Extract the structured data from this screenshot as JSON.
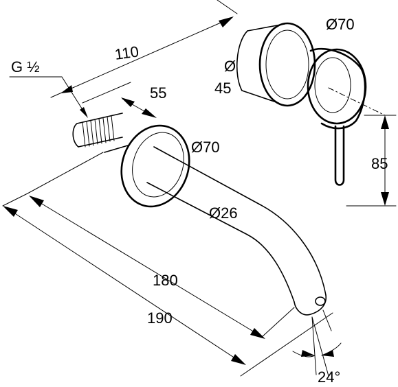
{
  "drawing": {
    "labels": {
      "thread": "G ½",
      "dim_110": "110",
      "dim_55": "55",
      "dia_70_top": "Ø70",
      "dia_45_sym": "Ø",
      "dia_45_num": "45",
      "dim_85": "85",
      "dia_70_mid": "Ø70",
      "dia_26": "Ø26",
      "dim_180": "180",
      "dim_190": "190",
      "angle_24": "24°"
    }
  }
}
